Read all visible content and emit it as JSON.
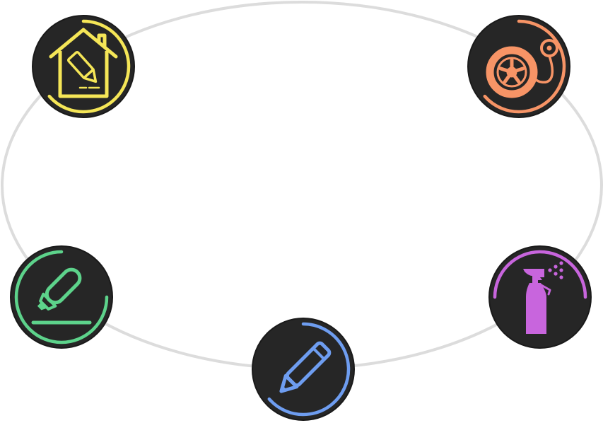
{
  "diagram": {
    "type": "cycle",
    "nodes": [
      {
        "id": "home-edit",
        "icon": "home-edit-icon",
        "color": "#F5E657"
      },
      {
        "id": "tire-pressure",
        "icon": "tire-pressure-gauge-icon",
        "color": "#F79466"
      },
      {
        "id": "spray-bottle",
        "icon": "spray-bottle-icon",
        "color": "#C865DD"
      },
      {
        "id": "pencil",
        "icon": "pencil-icon",
        "color": "#6E9DF0"
      },
      {
        "id": "highlighter",
        "icon": "highlighter-icon",
        "color": "#5DD38B"
      }
    ],
    "ring_color": "#DCDCDC",
    "node_fill": "#262626",
    "node_outline": "#1A1A1A"
  }
}
